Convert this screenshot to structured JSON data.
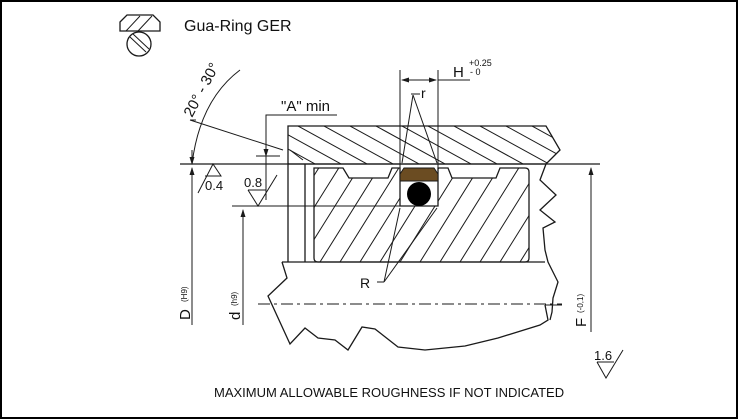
{
  "title": "Gua-Ring GER",
  "icon": "gua-ring-profile-icon",
  "labels": {
    "angle": "20° - 30°",
    "a_min": "\"A\" min",
    "H": "H",
    "H_tol_upper": "+0.25",
    "H_tol_lower": "- 0",
    "r": "r",
    "R": "R",
    "D": "D",
    "D_tol": "(H9)",
    "d": "d",
    "d_tol": "(h9)",
    "F": "F",
    "F_tol": "(-0,1)"
  },
  "roughness": {
    "bore_edge": "0.4",
    "groove_bottom": "0.8",
    "general": "1.6"
  },
  "footer_note": "MAXIMUM ALLOWABLE ROUGHNESS IF NOT INDICATED",
  "colors": {
    "ring": "#6b4c22",
    "oring": "#000000",
    "line": "#1a1a1a"
  }
}
